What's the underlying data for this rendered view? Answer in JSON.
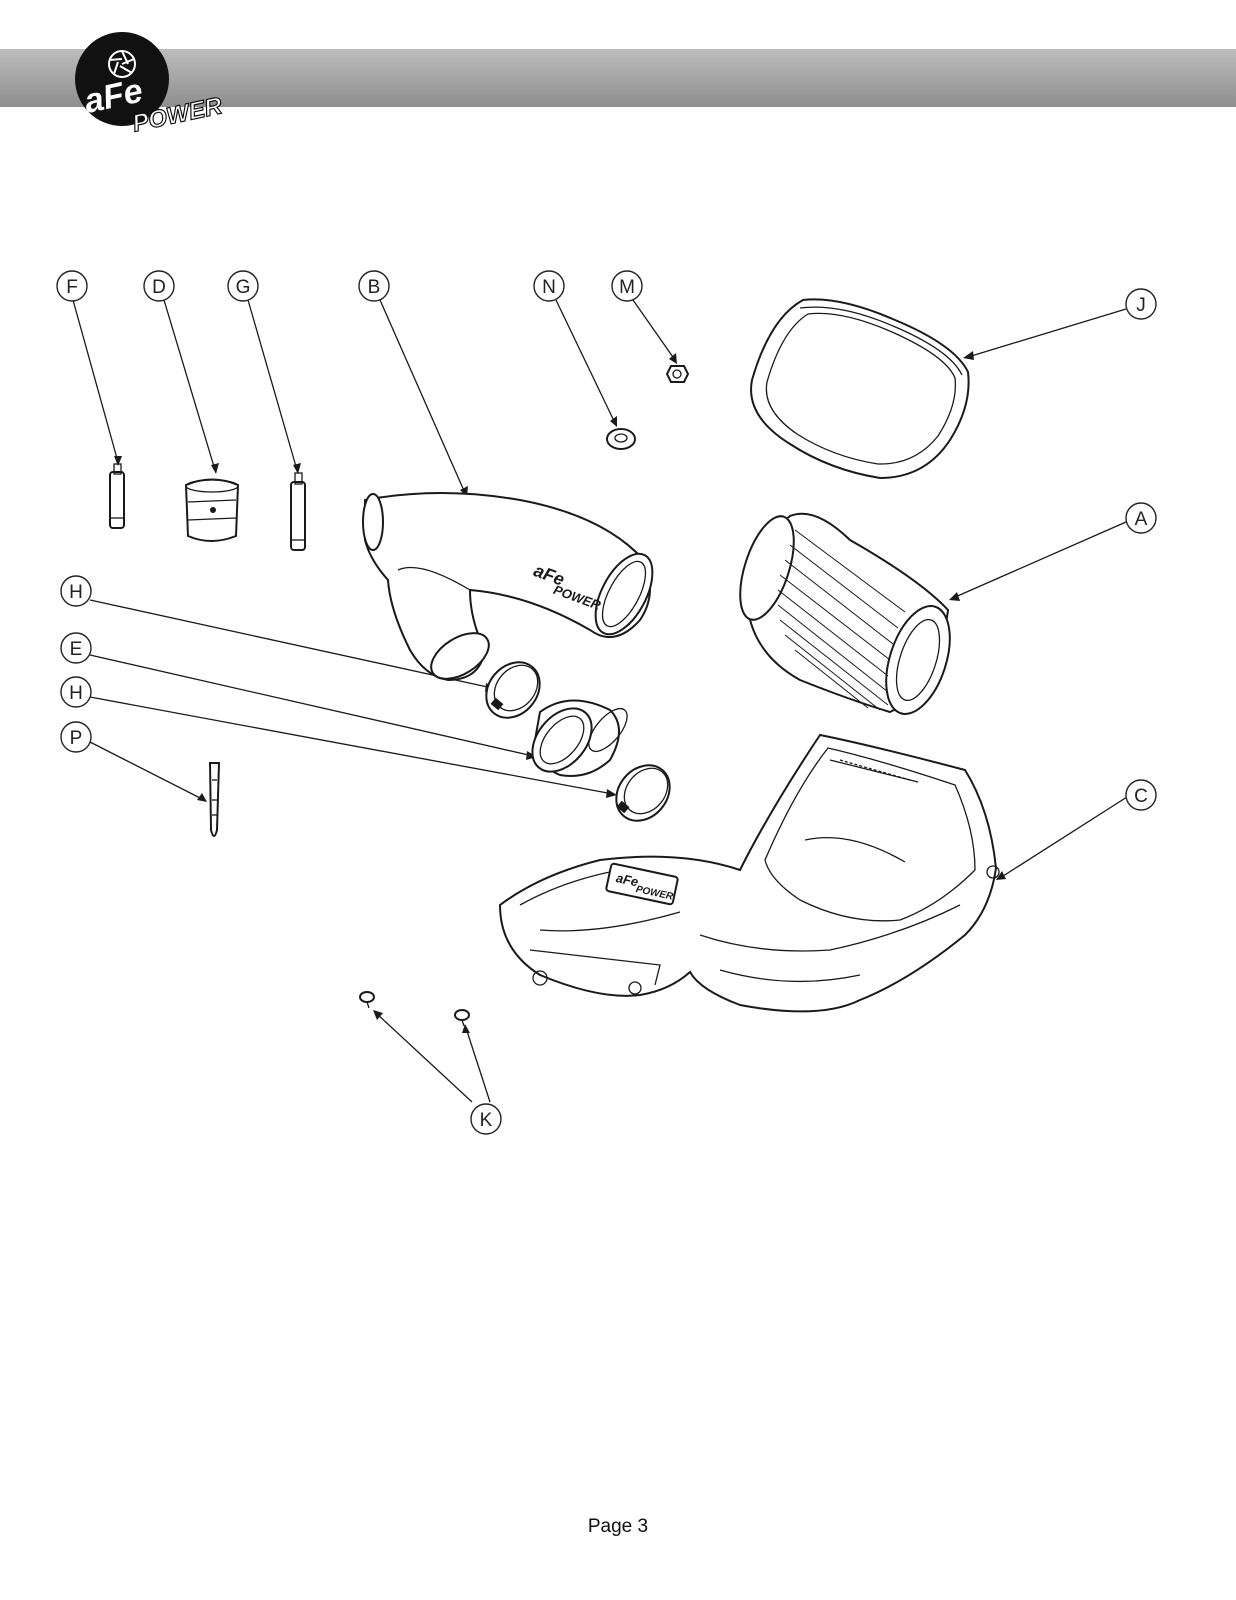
{
  "header": {
    "brand_logo_text": "aFe",
    "brand_logo_subtext": "POWER"
  },
  "callouts": {
    "F": "F",
    "D": "D",
    "G": "G",
    "B": "B",
    "N": "N",
    "M": "M",
    "J": "J",
    "A": "A",
    "H1": "H",
    "E": "E",
    "H2": "H",
    "P": "P",
    "C": "C",
    "K": "K"
  },
  "parts": {
    "tube_logo_text": "aFe",
    "tube_logo_subtext": "POWER",
    "box_logo_text": "aFe",
    "box_logo_subtext": "POWER"
  },
  "footer": {
    "page_label": "Page 3"
  }
}
